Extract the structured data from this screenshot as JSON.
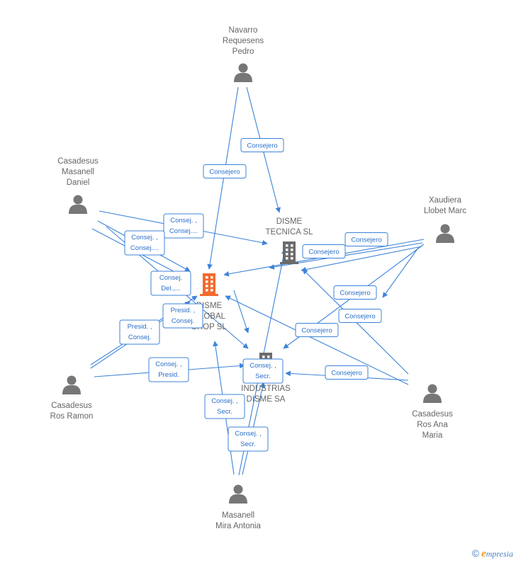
{
  "colors": {
    "edge": "#3c83d8",
    "person": "#777777",
    "company": "#6b6b6b",
    "company_highlight": "#f26a2e"
  },
  "persons": [
    {
      "id": "navarro",
      "lines": [
        "Navarro",
        "Requesens",
        "Pedro"
      ]
    },
    {
      "id": "masanell-daniel",
      "lines": [
        "Casadesus",
        "Masanell",
        "Daniel"
      ]
    },
    {
      "id": "xaudiera",
      "lines": [
        "Xaudiera",
        "Llobet Marc"
      ]
    },
    {
      "id": "ros-ramon",
      "lines": [
        "Casadesus",
        "Ros Ramon"
      ]
    },
    {
      "id": "ros-ana",
      "lines": [
        "Casadesus",
        "Ros Ana",
        "Maria"
      ]
    },
    {
      "id": "masanell-antonia",
      "lines": [
        "Masanell",
        "Mira Antonia"
      ]
    }
  ],
  "companies": [
    {
      "id": "tecnica",
      "lines": [
        "DISME",
        "TECNICA SL"
      ],
      "highlight": false
    },
    {
      "id": "global",
      "lines": [
        "DISME",
        "GLOBAL",
        "SHOP SL"
      ],
      "highlight": true
    },
    {
      "id": "industrias",
      "lines": [
        "INDUSTRIAS",
        "DISME SA"
      ],
      "highlight": false
    }
  ],
  "edge_labels": [
    {
      "id": "e1",
      "lines": [
        "Consejero"
      ]
    },
    {
      "id": "e2",
      "lines": [
        "Consejero"
      ]
    },
    {
      "id": "e3",
      "lines": [
        "Consej. ,",
        "Consej...."
      ]
    },
    {
      "id": "e4",
      "lines": [
        "Consej. ,",
        "Consej...."
      ]
    },
    {
      "id": "e5",
      "lines": [
        "Consej.",
        "Del.,..."
      ]
    },
    {
      "id": "e6",
      "lines": [
        "Consejero"
      ]
    },
    {
      "id": "e7",
      "lines": [
        "Consejero"
      ]
    },
    {
      "id": "e8",
      "lines": [
        "Consejero"
      ]
    },
    {
      "id": "e9",
      "lines": [
        "Consejero"
      ]
    },
    {
      "id": "e10",
      "lines": [
        "Presid. ,",
        "Consej."
      ]
    },
    {
      "id": "e11",
      "lines": [
        "Presid. ,",
        "Consej."
      ]
    },
    {
      "id": "e12",
      "lines": [
        "Consejero"
      ]
    },
    {
      "id": "e13",
      "lines": [
        "Consej. ,",
        "Presid."
      ]
    },
    {
      "id": "e14",
      "lines": [
        "Consej. ,",
        "Secr."
      ]
    },
    {
      "id": "e15",
      "lines": [
        "Consejero"
      ]
    },
    {
      "id": "e16",
      "lines": [
        "Consej. ,",
        "Secr."
      ]
    },
    {
      "id": "e17",
      "lines": [
        "Consej. ,",
        "Secr."
      ]
    }
  ],
  "footer": {
    "copyright": "©",
    "brand_initial": "e",
    "brand_rest": "mpresia"
  }
}
